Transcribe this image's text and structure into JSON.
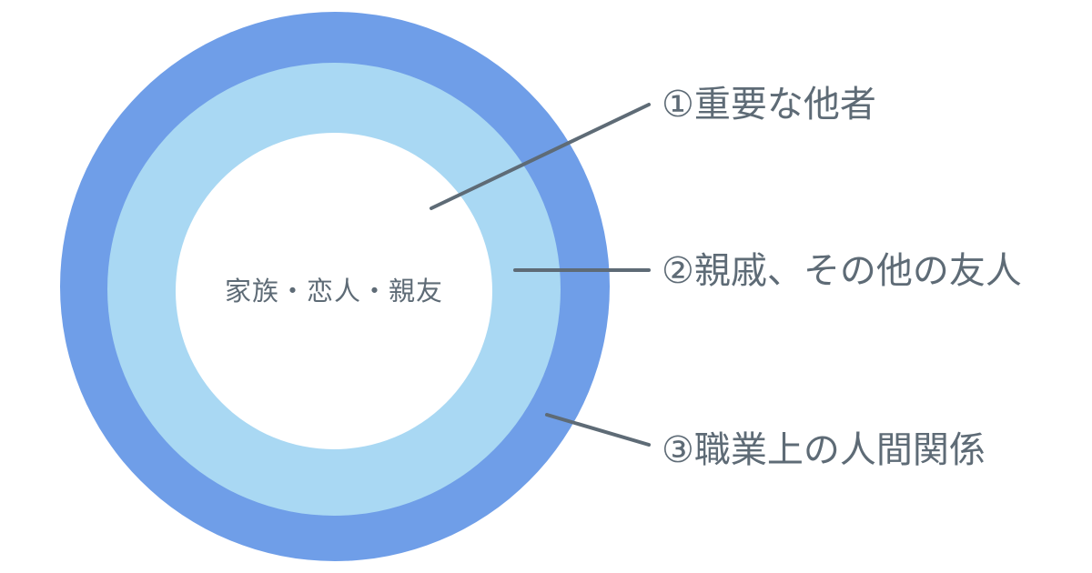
{
  "diagram": {
    "center_label": "家族・恋人・親友",
    "callouts": [
      {
        "label": "①重要な他者"
      },
      {
        "label": "②親戚、その他の友人"
      },
      {
        "label": "③職業上の人間関係"
      }
    ],
    "colors": {
      "outer_ring": "#6f9ee8",
      "middle_ring": "#a9d8f3",
      "inner_circle": "#ffffff",
      "text": "#5e6b76",
      "leader_line": "#5e6b76"
    }
  }
}
